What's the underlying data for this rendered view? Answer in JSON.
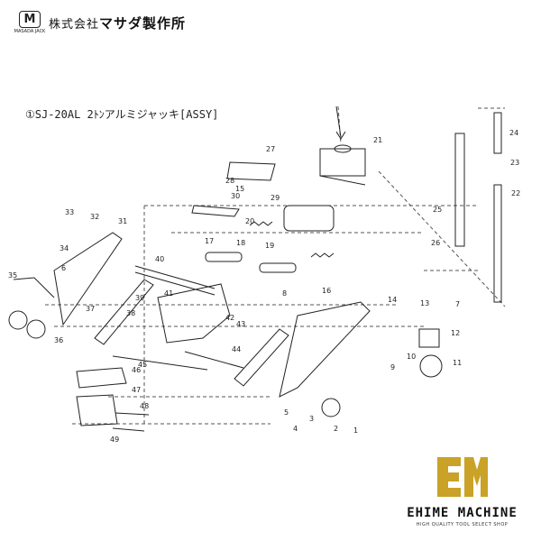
{
  "header": {
    "logo_glyph": "M",
    "logo_caption": "MASADA JACK",
    "company_prefix": "株式会社",
    "company_name": "マサダ製作所"
  },
  "diagram_title": "①SJ-20AL  2ﾄﾝアルミジャッキ[ASSY]",
  "part_labels": [
    "1",
    "2",
    "3",
    "4",
    "5",
    "6",
    "7",
    "8",
    "9",
    "10",
    "11",
    "12",
    "13",
    "14",
    "15",
    "16",
    "17",
    "18",
    "19",
    "20",
    "21",
    "22",
    "23",
    "24",
    "25",
    "26",
    "27",
    "28",
    "29",
    "30",
    "31",
    "32",
    "33",
    "34",
    "35",
    "36",
    "37",
    "38",
    "39",
    "40",
    "41",
    "42",
    "43",
    "44",
    "45",
    "46",
    "47",
    "48",
    "49"
  ],
  "brand": {
    "name": "EHIME MACHINE",
    "tagline": "HIGH QUALITY TOOL SELECT SHOP",
    "accent_color": "#c9a227"
  }
}
